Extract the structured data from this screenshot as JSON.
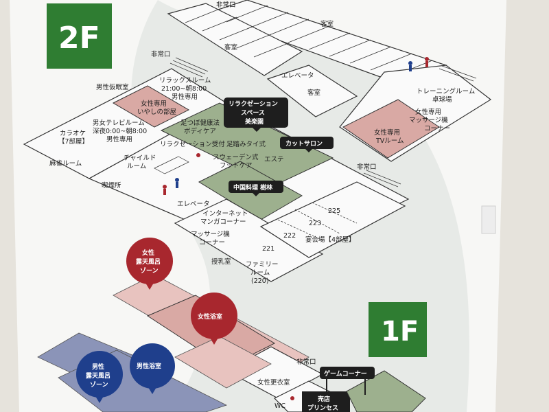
{
  "floor_badges": {
    "second": "2F",
    "first": "1F"
  },
  "rooms_2f": {
    "emergency_exit_top": "非常口",
    "guest_room_top": "客室",
    "guest_room_left": "客室",
    "emergency_exit_left": "非常口",
    "elevator_top": "エレベータ",
    "guest_room_mid": "客室",
    "mens_nap_room": "男性仮眠室",
    "relax_room_1": "リラックスルーム",
    "relax_room_hours": "21:00~朝8:00",
    "relax_room_men": "男性専用",
    "womens_only": "女性専用",
    "healing_room": "いやしの部屋",
    "training_room": "トレーニングルーム",
    "table_tennis": "卓球場",
    "womens_only_2": "女性専用",
    "massage_chair_corner": "マッサージ機",
    "corner": "コーナー",
    "womens_tv_1": "女性専用",
    "womens_tv_2": "TVルーム",
    "karaoke": "カラオケ",
    "karaoke_rooms": "【7部屋】",
    "unisex_tv": "男女テレビルーム",
    "unisex_tv_hours": "深夜0:00~朝8:00",
    "unisex_tv_men": "男性専用",
    "foot_health": "足つぼ健康法",
    "body_care": "ボディケア",
    "relax_reception": "リラクゼーション受付",
    "foot_thai": "足踏みタイ式",
    "swedish_1": "スウェーデン式",
    "swedish_2": "フットケア",
    "esthe": "エステ",
    "mahjong": "麻雀ルーム",
    "child_1": "チャイルド",
    "child_2": "ルーム",
    "smoking": "喫煙所",
    "elevator_mid": "エレベータ",
    "internet_1": "インターネット",
    "internet_2": "マンガコーナー",
    "massage_2_1": "マッサージ機",
    "massage_2_2": "コーナー",
    "nursing_room": "授乳室",
    "family_1": "ファミリー",
    "family_2": "ルーム",
    "family_3": "(220)",
    "emergency_exit_right": "非常口",
    "banquet": "宴会場【4部屋】",
    "r221": "221",
    "r222": "222",
    "r223": "223",
    "r225": "225"
  },
  "callouts": {
    "relaxation_1": "リラクゼーション",
    "relaxation_2": "スペース",
    "relaxation_3": "美楽園",
    "cut_salon": "カットサロン",
    "chinese_restaurant": "中国料理 樹林"
  },
  "pins_1f": {
    "womens_outdoor_1": "女性",
    "womens_outdoor_2": "露天風呂",
    "womens_outdoor_3": "ゾーン",
    "womens_bath": "女性浴室",
    "mens_outdoor_1": "男性",
    "mens_outdoor_2": "露天風呂",
    "mens_outdoor_3": "ゾーン",
    "mens_bath": "男性浴室"
  },
  "rooms_1f": {
    "emergency_exit": "非常口",
    "womens_changing": "女性更衣室",
    "wc": "WC",
    "game_corner": "ゲームコーナー",
    "shop_1": "売店",
    "shop_2": "プリンセス"
  },
  "colors": {
    "badge_green": "#2f7d32",
    "pink_room": "#d9a9a4",
    "green_room": "#9db08e",
    "womens_pin": "#a8272e",
    "mens_pin": "#1f3f8c",
    "callout_black": "#1e1e1e"
  }
}
